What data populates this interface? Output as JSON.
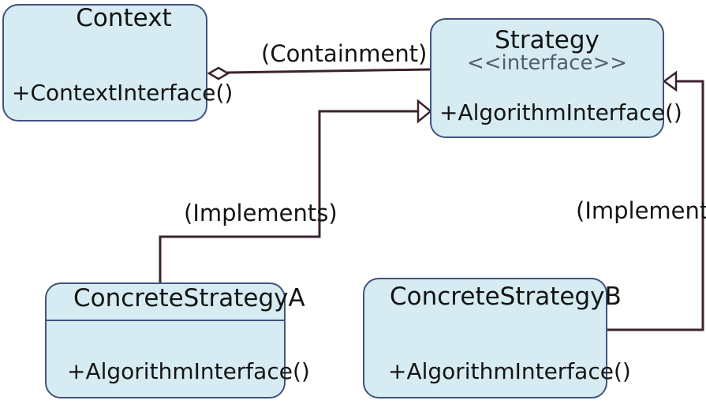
{
  "colors": {
    "box_fill": "#d6ecf2",
    "box_border": "#42537f",
    "line": "#3b2230",
    "text": "#141414",
    "stereotype": "#4f616d",
    "canvas": "#ffffff"
  },
  "nodes": {
    "context": {
      "title": "Context",
      "method": "+ContextInterface()"
    },
    "strategy": {
      "title": "Strategy",
      "stereotype": "<<interface>>",
      "method": "+AlgorithmInterface()"
    },
    "concrete_a": {
      "title": "ConcreteStrategyA",
      "method": "+AlgorithmInterface()"
    },
    "concrete_b": {
      "title": "ConcreteStrategyB",
      "method": "+AlgorithmInterface()"
    }
  },
  "edges": {
    "containment": {
      "label": "(Containment)",
      "from": "Context",
      "to": "Strategy",
      "marker": "hollow-diamond"
    },
    "implements_a": {
      "label": "(Implements)",
      "from": "ConcreteStrategyA",
      "to": "Strategy",
      "marker": "hollow-triangle"
    },
    "implements_b": {
      "label": "(Implements)",
      "from": "ConcreteStrategyB",
      "to": "Strategy",
      "marker": "hollow-triangle"
    }
  }
}
